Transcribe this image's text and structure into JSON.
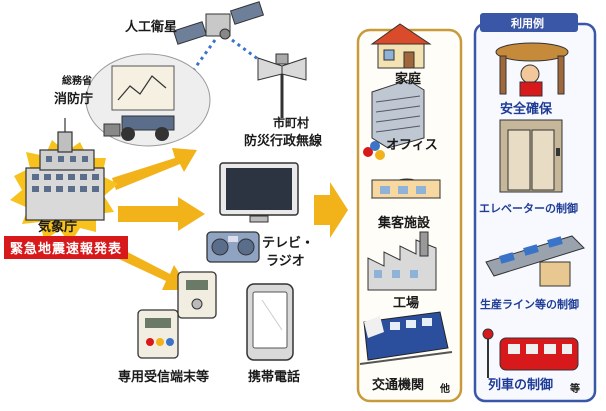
{
  "center": {
    "line1": "気象庁",
    "banner": "緊急地震速報発表"
  },
  "sources": {
    "satellite": "人工衛星",
    "agency_small": "総務省",
    "agency_main": "消防庁",
    "municipal_line1": "市町村",
    "municipal_line2": "防災行政無線"
  },
  "devices": {
    "tv_line1": "テレビ・",
    "tv_line2": "ラジオ",
    "terminal": "専用受信端末等",
    "phone": "携帯電話"
  },
  "places": {
    "items": [
      "家庭",
      "オフィス",
      "集客施設",
      "工場",
      "交通機関"
    ],
    "etc": "他"
  },
  "usage": {
    "header": "利用例",
    "items": [
      "安全確保",
      "エレベーターの制御",
      "生産ライン等の制御",
      "列車の制御"
    ],
    "etc": "等"
  },
  "colors": {
    "arrow": "#f2b21a",
    "banner": "#d7191c",
    "burst": "#f7c21d",
    "places_border": "#c79a3a",
    "usage_border": "#3a56a6",
    "usage_text": "#1e3c96",
    "usage_header_bg": "#3a56a6",
    "signal": "#3a74c8"
  }
}
